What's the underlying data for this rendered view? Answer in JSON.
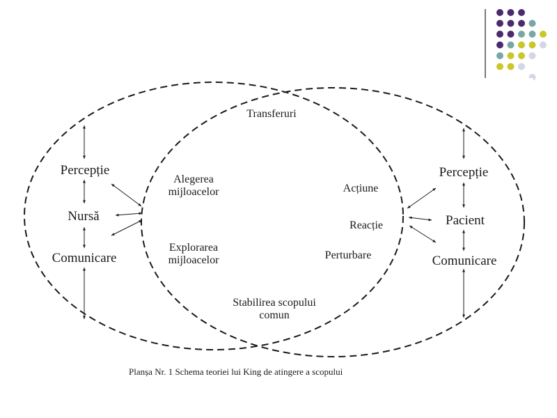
{
  "diagram": {
    "left_side": {
      "perceptie": "Percepție",
      "nursa": "Nursă",
      "comunicare": "Comunicare"
    },
    "right_side": {
      "perceptie": "Percepție",
      "pacient": "Pacient",
      "comunicare": "Comunicare"
    },
    "center": {
      "transferuri": "Transferuri",
      "alegerea": "Alegerea mijloacelor",
      "explorarea": "Explorarea mijloacelor",
      "actiune": "Acțiune",
      "reactie": "Reacție",
      "perturbare": "Perturbare",
      "stabilirea": "Stabilirea scopului comun"
    },
    "caption": "Planșa Nr. 1  Schema teoriei lui King de atingere a scopului"
  },
  "decoration": {
    "dot_colors": {
      "purple": "#4b2a6e",
      "teal": "#7aa6a6",
      "yellow": "#c9c72a",
      "lavender": "#d6d5e6"
    },
    "divider_color": "#222222"
  }
}
